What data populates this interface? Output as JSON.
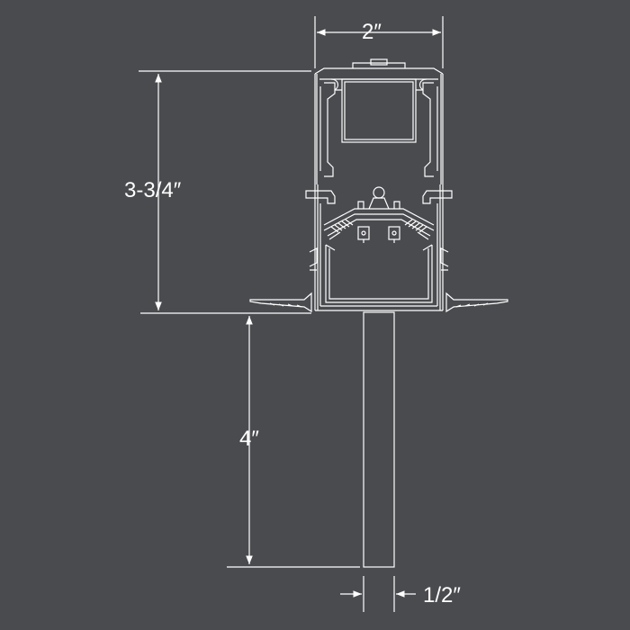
{
  "dimensions": {
    "overall_width": "2″",
    "overall_height": "3-3/4″",
    "stem_length": "4″",
    "stem_width": "1/2″"
  },
  "colors": {
    "background": "#4a4b4f",
    "linework": "#ffffff"
  }
}
